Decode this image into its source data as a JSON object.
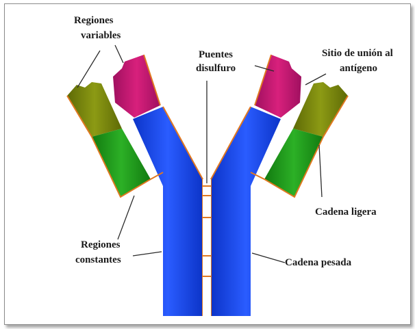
{
  "labels": {
    "variable_regions": [
      "Regiones",
      "variables"
    ],
    "disulfide_bridges": [
      "Puentes",
      "disulfuro"
    ],
    "antigen_site": [
      "Sitio de unión al",
      "antígeno"
    ],
    "light_chain": "Cadena ligera",
    "constant_regions": [
      "Regiones",
      "constantes"
    ],
    "heavy_chain": "Cadena pesada"
  },
  "colors": {
    "heavy_chain": "#1a4cf0",
    "heavy_variable": "#c8186e",
    "light_variable": "#7a8a0e",
    "light_constant": "#1e9a18",
    "bond": "#e07820",
    "frame_border": "#8a8a8a"
  },
  "icons": {
    "heavy_chain": "heavy-chain-shape",
    "light_chain": "light-chain-shape",
    "disulfide": "disulfide-bond-lines"
  }
}
